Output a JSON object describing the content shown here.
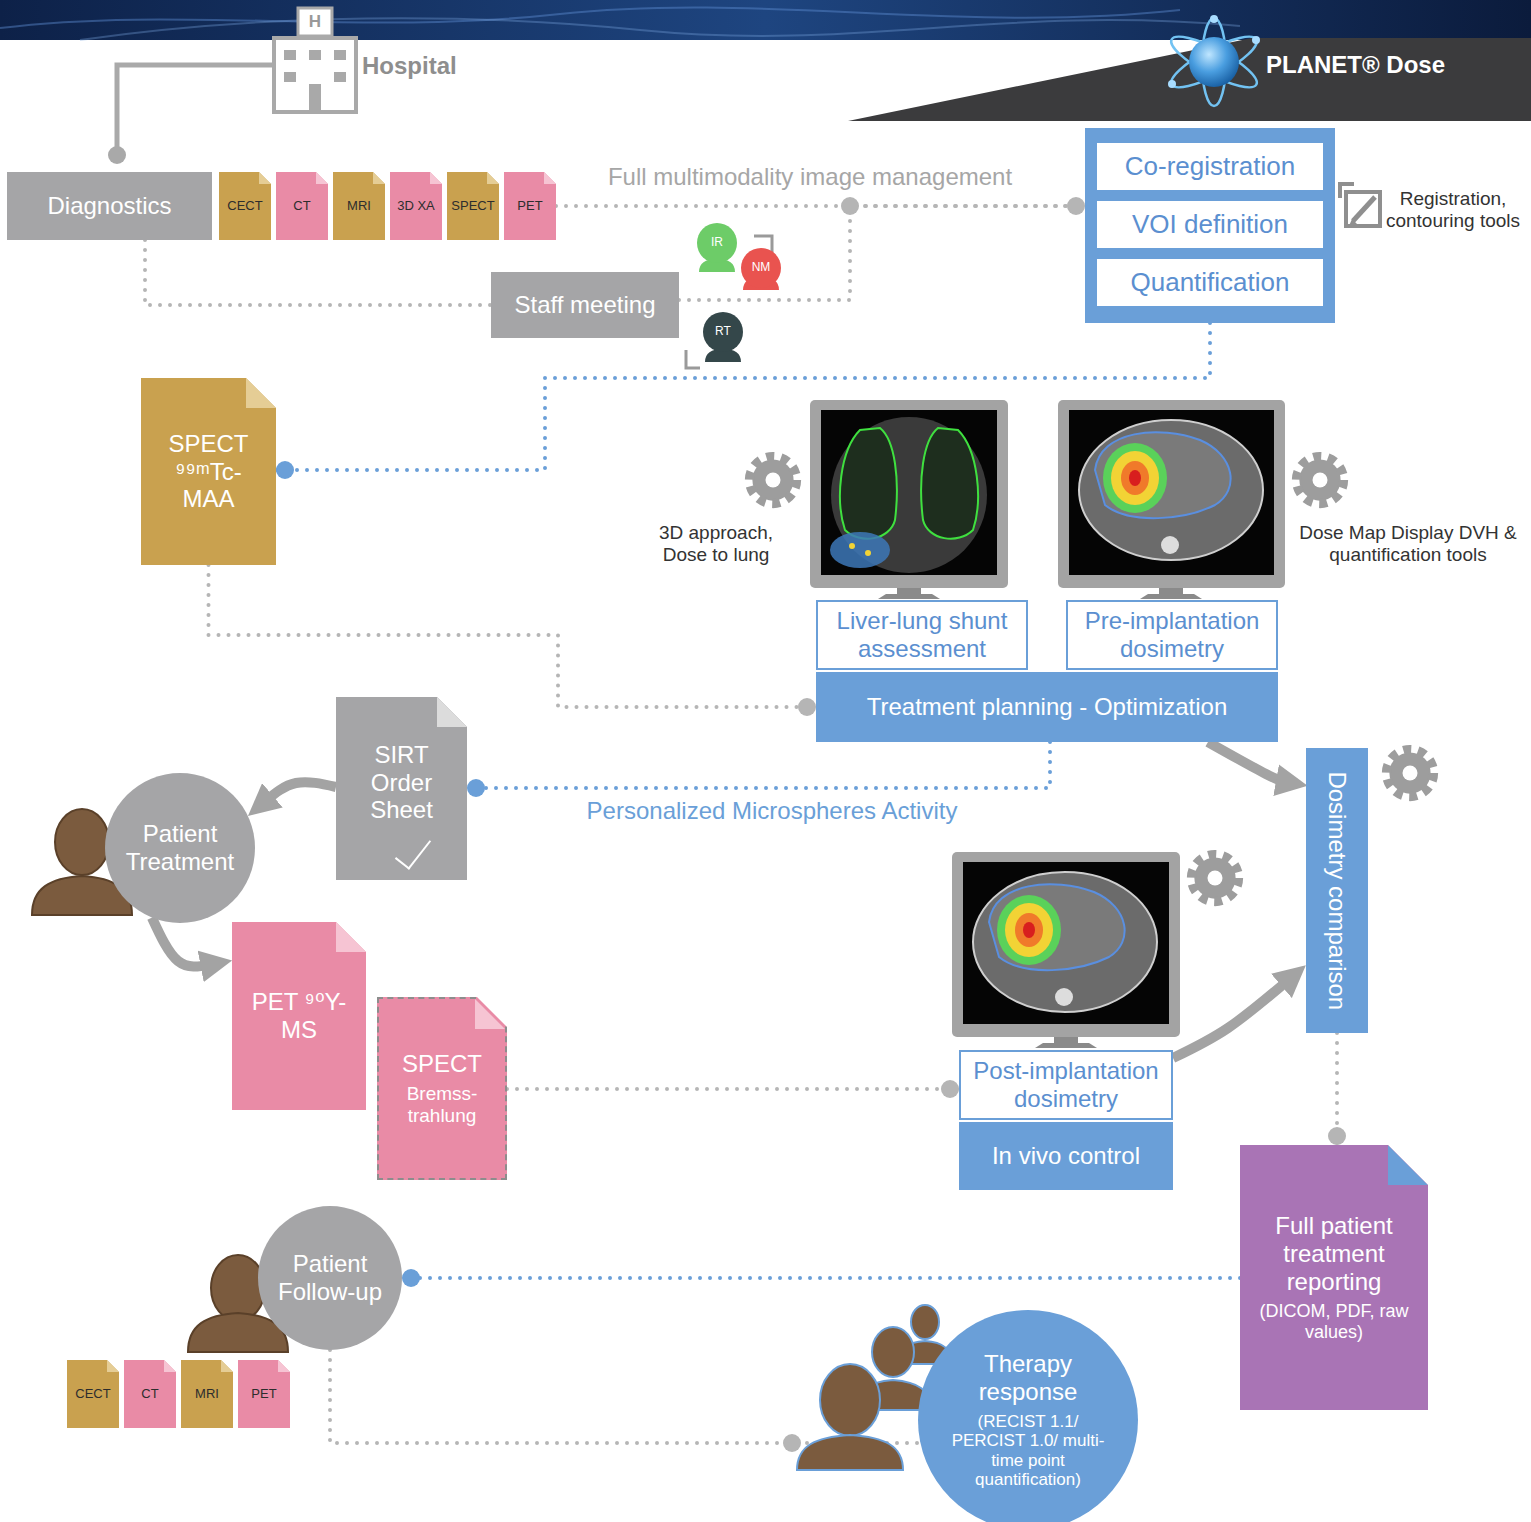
{
  "diagram": {
    "nodes": [
      {
        "text": [
          "Diagnostics"
        ]
      },
      {
        "text": [
          "CECT"
        ]
      },
      {
        "text": [
          "CT"
        ]
      },
      {
        "text": [
          "MRI"
        ]
      },
      {
        "text": [
          "3D XA"
        ]
      },
      {
        "text": [
          "SPECT"
        ]
      },
      {
        "text": [
          "PET"
        ]
      },
      {
        "text": [
          "Staff meeting"
        ]
      },
      {
        "text": [
          "IR"
        ]
      },
      {
        "text": [
          "NM"
        ]
      },
      {
        "text": [
          "RT"
        ]
      },
      {
        "text": []
      },
      {
        "text": [
          "Co-registration"
        ],
        "in": 11
      },
      {
        "text": [
          "VOI definition"
        ],
        "in": 11
      },
      {
        "text": [
          "Quantification"
        ],
        "in": 11
      },
      {
        "text": [
          "SPECT ⁹⁹ᵐTc-MAA"
        ]
      },
      {
        "text": [
          "Liver-lung shunt assessment"
        ]
      },
      {
        "text": [
          "Pre-implantation dosimetry"
        ]
      },
      {
        "text": [
          "Treatment planning - Optimization"
        ]
      },
      {
        "text": [
          "SIRT Order Sheet"
        ]
      },
      {
        "text": [
          "Patient Treatment"
        ]
      },
      {
        "text": [
          "PET ⁹⁰Y-MS"
        ]
      },
      {
        "text": [
          "SPECT",
          "Bremss-trahlung"
        ]
      },
      {
        "text": [
          "Post-implantation dosimetry"
        ]
      },
      {
        "text": [
          "In vivo control"
        ]
      },
      {
        "text": [
          "Dosimetry comparison"
        ]
      },
      {
        "text": [
          "Full patient treatment reporting",
          "(DICOM, PDF, raw values)"
        ]
      },
      {
        "text": [
          "Patient Follow-up"
        ]
      },
      {
        "text": [
          "CECT"
        ]
      },
      {
        "text": [
          "CT"
        ]
      },
      {
        "text": [
          "MRI"
        ]
      },
      {
        "text": [
          "PET"
        ]
      },
      {
        "text": [
          "Therapy response",
          "(RECIST 1.1/ PERCIST 1.0/ multi-time point quantification)"
        ]
      }
    ],
    "edges": [
      {
        "from": 6,
        "to": 11,
        "arrow": "none",
        "label": "Full multimodality image management"
      },
      {
        "from": 0,
        "to": 7,
        "arrow": "none"
      },
      {
        "from": 7,
        "to": 11,
        "arrow": "none"
      },
      {
        "from": 11,
        "to": 15,
        "arrow": "none"
      },
      {
        "from": 15,
        "to": 18,
        "arrow": "none"
      },
      {
        "from": 18,
        "to": 19,
        "arrow": "none",
        "label": "Personalized Microspheres Activity"
      },
      {
        "from": 19,
        "to": 20,
        "arrow": "to"
      },
      {
        "from": 20,
        "to": 21,
        "arrow": "to"
      },
      {
        "from": 22,
        "to": 23,
        "arrow": "none"
      },
      {
        "from": 18,
        "to": 25,
        "arrow": "to"
      },
      {
        "from": 23,
        "to": 25,
        "arrow": "to"
      },
      {
        "from": 25,
        "to": 26,
        "arrow": "none"
      },
      {
        "from": 26,
        "to": 27,
        "arrow": "none"
      },
      {
        "from": 27,
        "to": 32,
        "arrow": "none"
      }
    ],
    "labels": [
      "H",
      "Hospital",
      "PLANET® Dose",
      "Registration, contouring tools",
      "3D approach, Dose to lung",
      "Dose Map Display DVH & quantification tools"
    ]
  }
}
